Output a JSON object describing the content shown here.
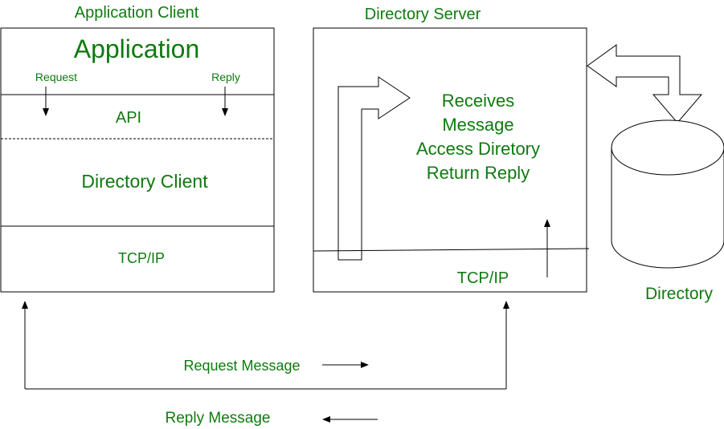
{
  "colors": {
    "text": "#0f7a0f",
    "line": "#000000",
    "background": "#ffffff"
  },
  "client": {
    "title": "Application Client",
    "application": "Application",
    "request": "Request",
    "reply": "Reply",
    "api": "API",
    "directory_client": "Directory Client",
    "tcpip": "TCP/IP"
  },
  "server": {
    "title": "Directory Server",
    "lines": [
      "Receives",
      "Message",
      "Access Diretory",
      "Return Reply"
    ],
    "tcpip": "TCP/IP"
  },
  "directory": {
    "label": "Directory"
  },
  "messages": {
    "request": "Request Message",
    "reply": "Reply Message"
  }
}
